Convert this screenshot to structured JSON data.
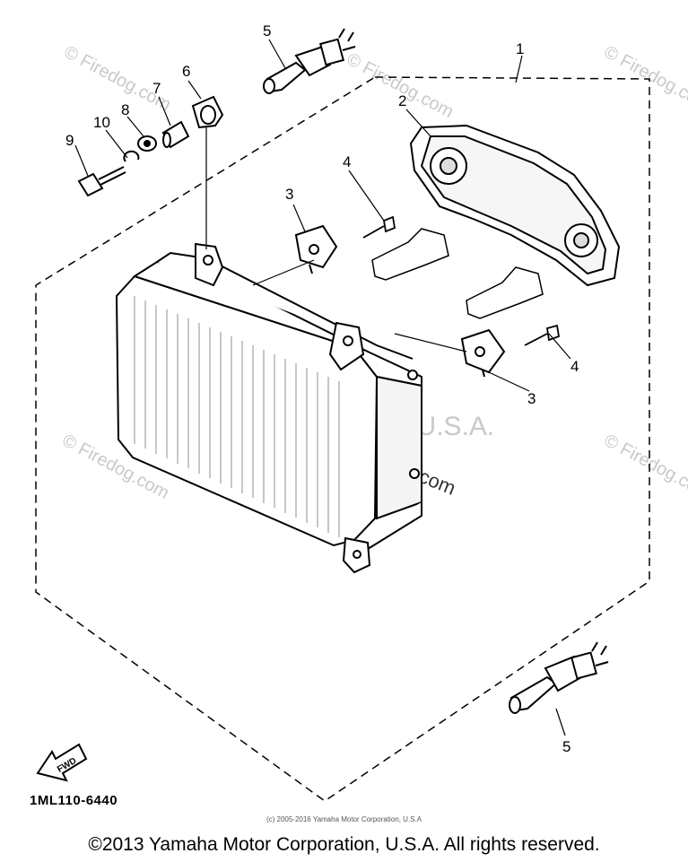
{
  "callouts": {
    "c1": "1",
    "c2": "2",
    "c3a": "3",
    "c3b": "3",
    "c4a": "4",
    "c4b": "4",
    "c5a": "5",
    "c5b": "5",
    "c6": "6",
    "c7": "7",
    "c8": "8",
    "c9": "9",
    "c10": "10"
  },
  "fwd_label": "FWD",
  "part_code": "1ML110-6440",
  "small_copyright": "(c) 2005-2016 Yamaha Motor Corporation, U.S.A",
  "copyright": "©2013 Yamaha Motor Corporation, U.S.A. All rights reserved.",
  "watermarks": {
    "main": "Yamaha Motor Corp, U.S.A.",
    "firedog": "© Firedog.com",
    "firedog_short": "Firedog.com"
  }
}
